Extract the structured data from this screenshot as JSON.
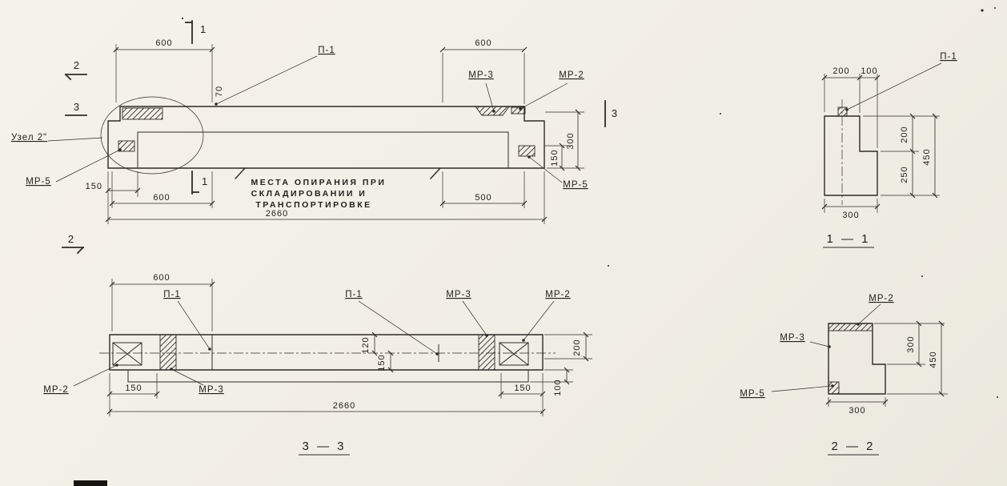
{
  "meta": {
    "type": "engineering-drawing",
    "language": "ru",
    "paper_color": "#f3f0e8",
    "ink_color": "#2e2b27"
  },
  "elevation": {
    "dim_600_top_left": "600",
    "dim_600_top_right": "600",
    "dim_70": "70",
    "label_p1": "П-1",
    "label_mp3": "МР-3",
    "label_mp2": "МР-2",
    "label_mp5_left": "МР-5",
    "label_mp5_right": "МР-5",
    "label_uzel": "Узел 2\"",
    "marker_1_top": "1",
    "marker_1_bottom": "1",
    "marker_2_top": "2",
    "marker_2_bottom": "2",
    "marker_3_left": "3",
    "marker_3_right": "3",
    "dim_150_bottom_left": "150",
    "dim_600_bottom": "600",
    "dim_500_bottom": "500",
    "dim_2660_bottom": "2660",
    "dim_300_right": "300",
    "dim_150_right": "150",
    "note_line1": "МЕСТА ОПИРАНИЯ ПРИ",
    "note_line2": "СКЛАДИРОВАНИИ И",
    "note_line3": "ТРАНСПОРТИРОВКЕ"
  },
  "section_1_1": {
    "dim_200_top": "200",
    "dim_100_top": "100",
    "label_p1": "П-1",
    "dim_200_right": "200",
    "dim_250_right": "250",
    "dim_450_right": "450",
    "dim_300_bottom": "300",
    "title": "1 — 1"
  },
  "plan_3_3": {
    "dim_600_top": "600",
    "label_p1_left": "П-1",
    "label_p1_mid": "П-1",
    "label_mp3_top": "МР-3",
    "label_mp2_top": "МР-2",
    "dim_120_mid": "120",
    "dim_150_mid": "150",
    "dim_200_right": "200",
    "dim_100_right": "100",
    "label_mp2_bottom": "МР-2",
    "label_mp3_bottom": "МР-3",
    "dim_150_bottom_left": "150",
    "dim_150_bottom_right": "150",
    "dim_2660_bottom": "2660",
    "title": "3 — 3"
  },
  "section_2_2": {
    "label_mp2": "МР-2",
    "label_mp3": "МР-3",
    "label_mp5": "МР-5",
    "dim_300_right": "300",
    "dim_450_right": "450",
    "dim_300_bottom": "300",
    "title": "2 — 2"
  }
}
